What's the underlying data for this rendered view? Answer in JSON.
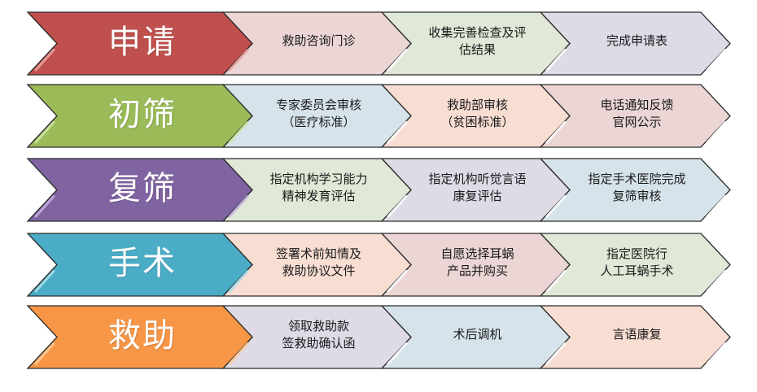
{
  "diagram": {
    "rows": [
      {
        "stage": "申请",
        "stage_color": "#c0504d",
        "stage_light": "#e8a09e",
        "steps": [
          {
            "lines": [
              "救助咨询门诊"
            ],
            "color": "#ebd5d5"
          },
          {
            "lines": [
              "收集完善检查及评",
              "估结果"
            ],
            "color": "#e0e8d7"
          },
          {
            "lines": [
              "完成申请表"
            ],
            "color": "#dedbe6"
          }
        ]
      },
      {
        "stage": "初筛",
        "stage_color": "#9bbb59",
        "stage_light": "#cfe3a3",
        "steps": [
          {
            "lines": [
              "专家委员会审核",
              "（医疗标准）"
            ],
            "color": "#d6e3ea"
          },
          {
            "lines": [
              "救助部审核",
              "（贫困标准）"
            ],
            "color": "#f8ddd3"
          },
          {
            "lines": [
              "电话通知反馈",
              "官网公示"
            ],
            "color": "#ebd5d5"
          }
        ]
      },
      {
        "stage": "复筛",
        "stage_color": "#8064a2",
        "stage_light": "#c2b0dc",
        "steps": [
          {
            "lines": [
              "指定机构学习能力",
              "精神发育评估"
            ],
            "color": "#e0e8d7"
          },
          {
            "lines": [
              "指定机构听觉言语",
              "康复评估"
            ],
            "color": "#dedbe6"
          },
          {
            "lines": [
              "指定手术医院完成",
              "复筛审核"
            ],
            "color": "#d6e3ea"
          }
        ]
      },
      {
        "stage": "手术",
        "stage_color": "#4bacc6",
        "stage_light": "#a6dcea",
        "steps": [
          {
            "lines": [
              "签署术前知情及",
              "救助协议文件"
            ],
            "color": "#f8ddd3"
          },
          {
            "lines": [
              "自愿选择耳蜗",
              "产品并购买"
            ],
            "color": "#ebd5d5"
          },
          {
            "lines": [
              "指定医院行",
              "人工耳蜗手术"
            ],
            "color": "#e0e8d7"
          }
        ]
      },
      {
        "stage": "救助",
        "stage_color": "#f79646",
        "stage_light": "#fcc89a",
        "steps": [
          {
            "lines": [
              "领取救助款",
              "签救助确认函"
            ],
            "color": "#dedbe6"
          },
          {
            "lines": [
              "术后调机"
            ],
            "color": "#d6e3ea"
          },
          {
            "lines": [
              "言语康复"
            ],
            "color": "#f8ddd3"
          }
        ]
      }
    ]
  }
}
